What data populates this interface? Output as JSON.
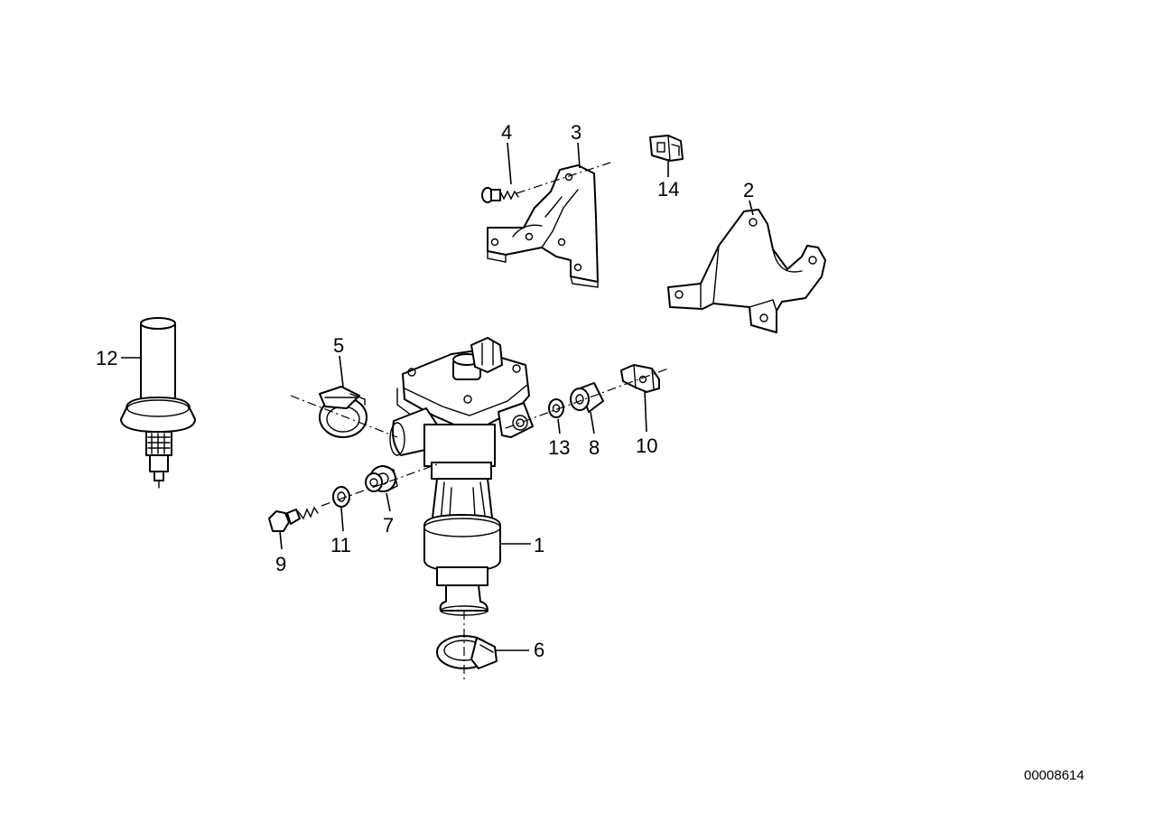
{
  "diagram": {
    "document_number": "00008614",
    "callouts": {
      "c1": "1",
      "c2": "2",
      "c3": "3",
      "c4": "4",
      "c5": "5",
      "c6": "6",
      "c7": "7",
      "c8": "8",
      "c9": "9",
      "c10": "10",
      "c11": "11",
      "c12": "12",
      "c13": "13",
      "c14": "14"
    }
  }
}
